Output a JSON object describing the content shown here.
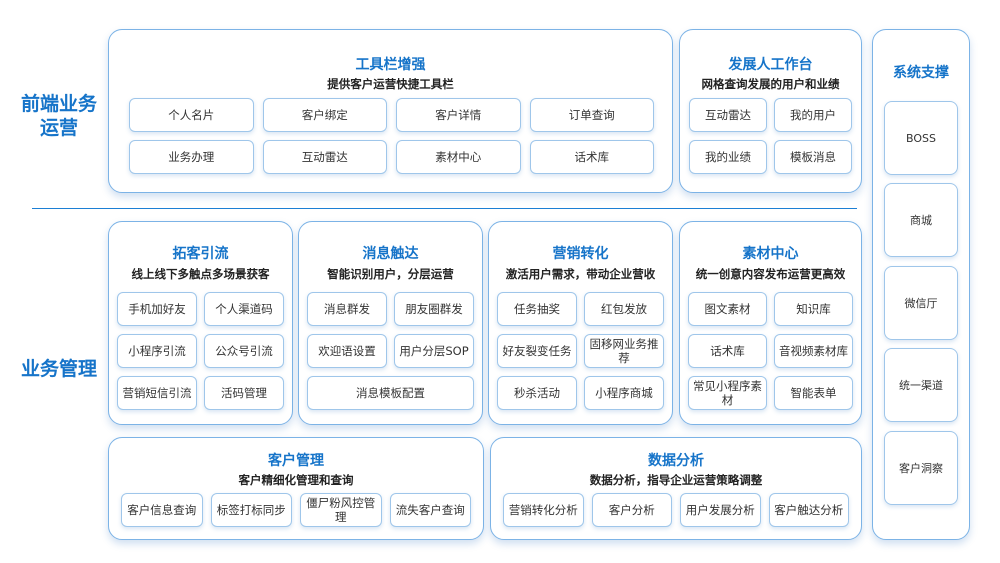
{
  "labels": {
    "front": "前端业务运营",
    "mgmt": "业务管理"
  },
  "toolbar": {
    "title": "工具栏增强",
    "subtitle": "提供客户运营快捷工具栏",
    "items": [
      "个人名片",
      "客户绑定",
      "客户详情",
      "订单查询",
      "业务办理",
      "互动雷达",
      "素材中心",
      "话术库"
    ]
  },
  "developer": {
    "title": "发展人工作台",
    "subtitle": "网格查询发展的用户和业绩",
    "items": [
      "互动雷达",
      "我的用户",
      "我的业绩",
      "模板消息"
    ]
  },
  "system": {
    "title": "系统支撑",
    "items": [
      "BOSS",
      "商城",
      "微信厅",
      "统一渠道",
      "客户洞察"
    ]
  },
  "acquire": {
    "title": "拓客引流",
    "subtitle": "线上线下多触点多场景获客",
    "items": [
      "手机加好友",
      "个人渠道码",
      "小程序引流",
      "公众号引流",
      "营销短信引流",
      "活码管理"
    ]
  },
  "message": {
    "title": "消息触达",
    "subtitle": "智能识别用户，分层运营",
    "items": [
      "消息群发",
      "朋友圈群发",
      "欢迎语设置",
      "用户分层SOP",
      "消息模板配置"
    ]
  },
  "marketing": {
    "title": "营销转化",
    "subtitle": "激活用户需求，带动企业营收",
    "items": [
      "任务抽奖",
      "红包发放",
      "好友裂变任务",
      "固移网业务推荐",
      "秒杀活动",
      "小程序商城"
    ]
  },
  "material": {
    "title": "素材中心",
    "subtitle": "统一创意内容发布运营更高效",
    "items": [
      "图文素材",
      "知识库",
      "话术库",
      "音视频素材库",
      "常见小程序素材",
      "智能表单"
    ]
  },
  "customer": {
    "title": "客户管理",
    "subtitle": "客户精细化管理和查询",
    "items": [
      "客户信息查询",
      "标签打标同步",
      "僵尸粉风控管理",
      "流失客户查询"
    ]
  },
  "analysis": {
    "title": "数据分析",
    "subtitle": "数据分析，指导企业运营策略调整",
    "items": [
      "营销转化分析",
      "客户分析",
      "用户发展分析",
      "客户触达分析"
    ]
  }
}
